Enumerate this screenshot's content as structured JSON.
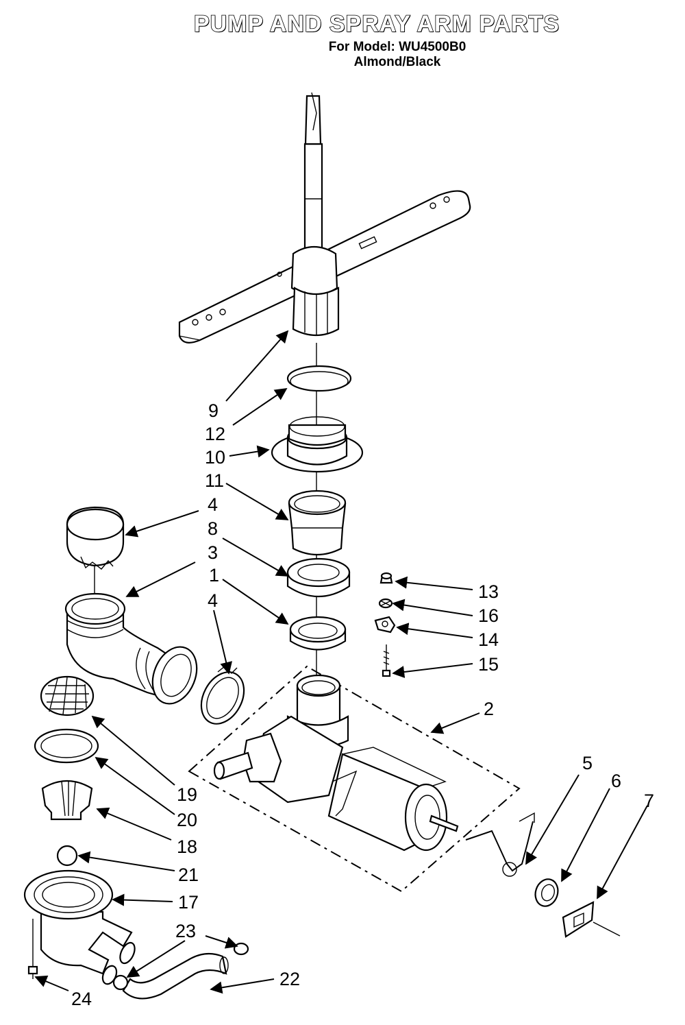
{
  "header": {
    "title": "PUMP AND SPRAY ARM PARTS",
    "model_line": "For Model: WU4500B0",
    "color_line": "Almond/Black"
  },
  "callouts": [
    "9",
    "12",
    "10",
    "11",
    "4",
    "8",
    "3",
    "1",
    "4",
    "13",
    "16",
    "14",
    "15",
    "2",
    "5",
    "6",
    "7",
    "19",
    "20",
    "18",
    "21",
    "17",
    "23",
    "22",
    "24"
  ]
}
